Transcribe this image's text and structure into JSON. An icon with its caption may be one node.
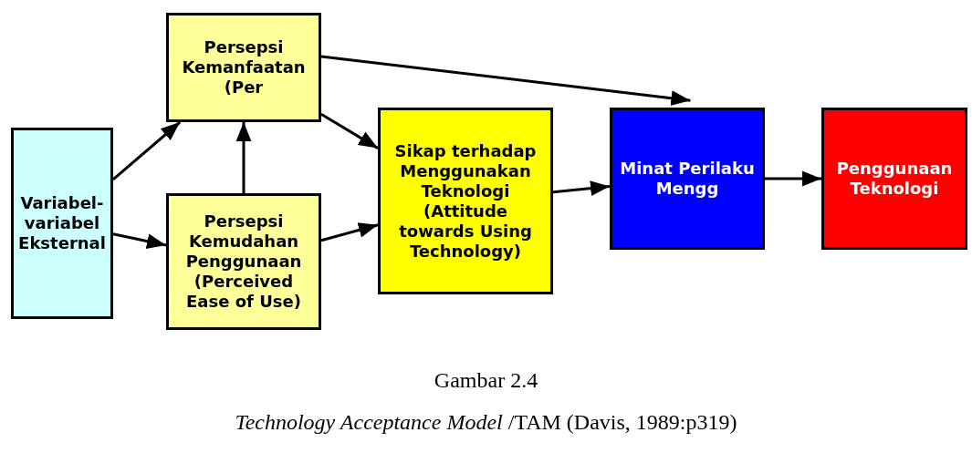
{
  "diagram": {
    "title": "Gambar 2.4",
    "caption": "*Technology Acceptance Model* /TAM (Davis, 1989:p319)",
    "nodes": [
      {
        "text": [
          "Variabel-variabel Eksternal"
        ]
      },
      {
        "text": [
          "Persepsi Kemanfaatan (Per"
        ]
      },
      {
        "text": [
          "Persepsi Kemudahan Penggunaan (Perceived Ease of Use)"
        ]
      },
      {
        "text": [
          "Sikap terhadap Menggunakan Teknologi (Attitude towards Using Technology)"
        ]
      },
      {
        "text": [
          "Minat Perilaku Mengg"
        ]
      },
      {
        "text": [
          "Penggunaan Teknologi"
        ]
      }
    ],
    "edges": [
      {
        "from": 0,
        "to": 1,
        "arrow": "to"
      },
      {
        "from": 0,
        "to": 2,
        "arrow": "to"
      },
      {
        "from": 1,
        "to": 3,
        "arrow": "to"
      },
      {
        "from": 2,
        "to": 3,
        "arrow": "to"
      },
      {
        "from": 2,
        "to": 1,
        "arrow": "to"
      },
      {
        "from": 1,
        "to": 4,
        "arrow": "to"
      },
      {
        "from": 3,
        "to": 4,
        "arrow": "to"
      },
      {
        "from": 4,
        "to": 5,
        "arrow": "to"
      }
    ]
  }
}
